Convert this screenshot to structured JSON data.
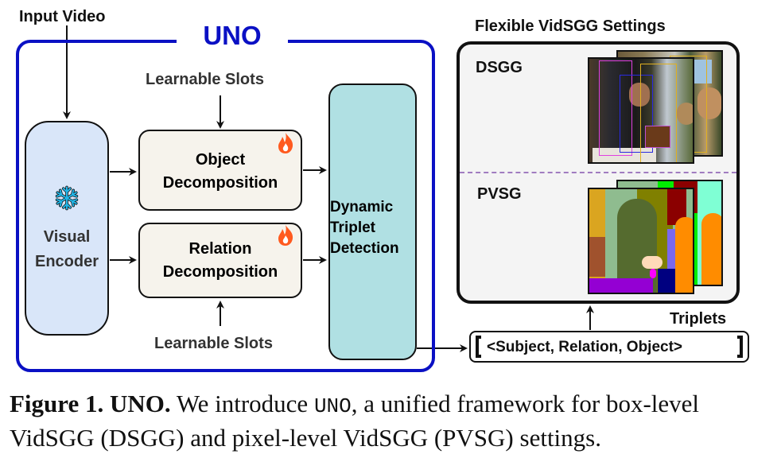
{
  "input_label": "Input Video",
  "uno_title": "UNO",
  "learnable_slots_top": "Learnable Slots",
  "learnable_slots_bottom": "Learnable Slots",
  "visual_encoder": {
    "line1": "Visual",
    "line2": "Encoder",
    "icon": "snowflake-icon"
  },
  "object_decomposition": {
    "line1": "Object",
    "line2": "Decomposition",
    "icon": "flame-icon"
  },
  "relation_decomposition": {
    "line1": "Relation",
    "line2": "Decomposition",
    "icon": "flame-icon"
  },
  "dynamic_triplet": {
    "line1": "Dynamic",
    "line2": "Triplet",
    "line3": "Detection"
  },
  "settings": {
    "title": "Flexible VidSGG Settings",
    "dsgg_label": "DSGG",
    "pvsg_label": "PVSG"
  },
  "triplets": {
    "label": "Triplets",
    "content": "<Subject, Relation, Object>"
  },
  "caption": {
    "prefix": "Figure 1. UNO.",
    "text_a": " We introduce ",
    "mono": "UNO",
    "text_b": ", a unified framework for box-level VidSGG (DSGG) and pixel-level VidSGG (PVSG) settings."
  },
  "colors": {
    "uno_blue": "#0a10c4",
    "encoder_fill": "#d9e6f9",
    "decomp_fill": "#f6f3ec",
    "triplet_fill": "#b0e0e3",
    "panel_fill": "#f4f4f4",
    "divider": "#a07cc0",
    "flame": "#ff5a1f",
    "snowflake": "#22b5e6"
  }
}
